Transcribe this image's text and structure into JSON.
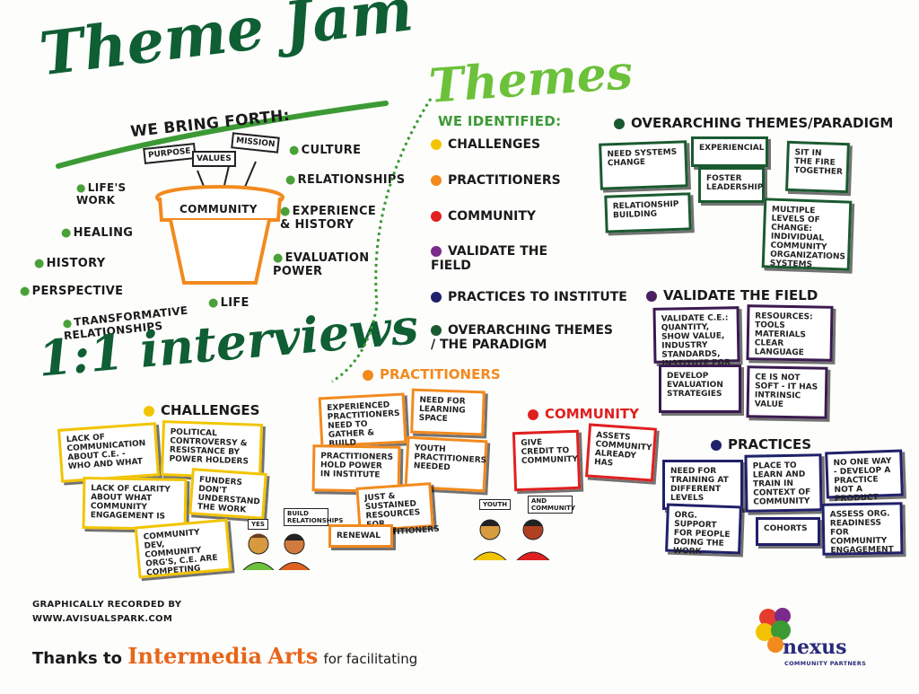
{
  "title": "Theme Jam",
  "bring_forth": {
    "heading": "We Bring Forth:",
    "signs": [
      "Purpose",
      "Values",
      "Mission"
    ],
    "pot_label": "Community",
    "left_items": [
      "Life's Work",
      "Healing",
      "History",
      "Perspective",
      "Transformative Relationships"
    ],
    "right_items": [
      "Culture",
      "Relationships",
      "Experience & History",
      "Evaluation Power"
    ],
    "bottom_item": "Life"
  },
  "themes": {
    "title": "Themes",
    "subtitle": "We Identified:",
    "items": [
      {
        "label": "Challenges",
        "color": "#f2c400"
      },
      {
        "label": "Practitioners",
        "color": "#f28a1e"
      },
      {
        "label": "Community",
        "color": "#e02020"
      },
      {
        "label": "Validate the Field",
        "color": "#7a2a8a"
      },
      {
        "label": "Practices to Institute",
        "color": "#20206a"
      },
      {
        "label": "Overarching Themes / The Paradigm",
        "color": "#1a5a30"
      }
    ]
  },
  "interviews_title": "1:1 interviews",
  "overarching": {
    "heading": "Overarching Themes/Paradigm",
    "color": "#1a5a30",
    "notes": [
      "Need systems change",
      "Experiencial",
      "Sit in the fire together",
      "Foster leadership",
      "Relationship building",
      "Multiple levels of change: individual community organizations systems"
    ]
  },
  "validate": {
    "heading": "Validate the Field",
    "color": "#4a2060",
    "notes": [
      "Validate C.E.: quantity, show value, industry standards, institute for C.E.",
      "Resources: tools materials clear language",
      "Develop evaluation strategies",
      "CE is not soft - it has intrinsic value"
    ]
  },
  "practices": {
    "heading": "Practices",
    "color": "#20206a",
    "notes": [
      "Need for training at different levels",
      "Place to learn and train in context of community",
      "No one way - develop a practice not a product",
      "Org. support for people doing the work",
      "Cohorts",
      "Assess org. readiness for community engagement"
    ]
  },
  "challenges": {
    "heading": "Challenges",
    "color": "#f2c400",
    "notes": [
      "Lack of communication about C.E. - who and what",
      "Political controversy & resistance by power holders",
      "Lack of clarity about what community engagement is",
      "Funders don't understand the work",
      "Community dev, community org's, C.E. are competing"
    ],
    "bubbles": [
      "Yes",
      "Build relationships"
    ]
  },
  "practitioners": {
    "heading": "Practitioners",
    "color": "#f28a1e",
    "notes": [
      "Experienced practitioners need to gather & build together",
      "Need for learning space",
      "Practitioners hold power in institute",
      "Youth practitioners needed",
      "Just & sustained resources for practitioners",
      "Renewal"
    ]
  },
  "community": {
    "heading": "Community",
    "color": "#e02020",
    "notes": [
      "Give credit to community",
      "Assets community already has"
    ],
    "bubbles": [
      "Youth",
      "and community"
    ]
  },
  "credits": {
    "recorded_line1": "Graphically recorded by",
    "recorded_line2": "www.avisualspark.com",
    "thanks_prefix": "Thanks to",
    "org1": "Intermedia",
    "org2": "Arts",
    "thanks_suffix": "for facilitating"
  },
  "logo": {
    "name": "nexus",
    "tagline": "Community Partners"
  }
}
